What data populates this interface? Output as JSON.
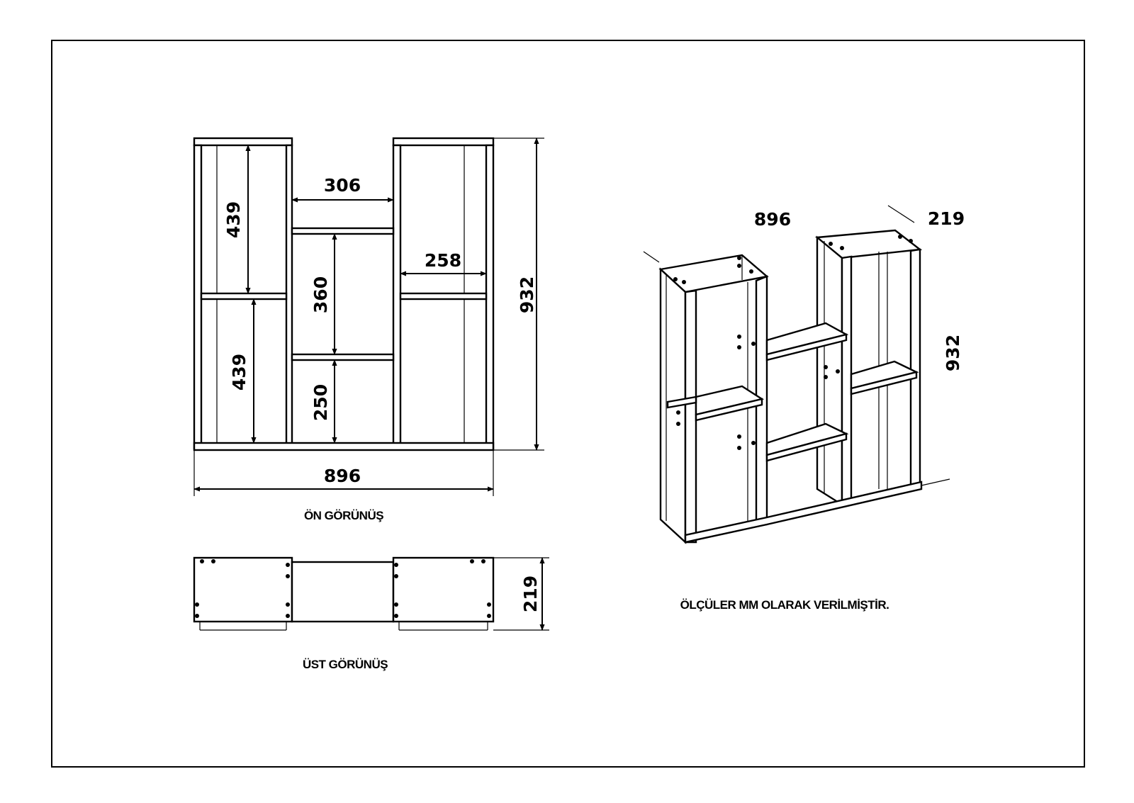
{
  "front_view": {
    "caption": "ÖN GÖRÜNÜŞ",
    "dims": {
      "gap_width": "306",
      "shelf_width": "258",
      "upper_left_height": "439",
      "lower_left_height": "439",
      "middle_upper_height": "360",
      "middle_lower_height": "250",
      "total_height": "932",
      "total_width": "896"
    }
  },
  "top_view": {
    "caption": "ÜST GÖRÜNÜŞ",
    "dims": {
      "depth": "219"
    }
  },
  "iso_view": {
    "dims": {
      "width": "896",
      "depth": "219",
      "height": "932"
    }
  },
  "note": "ÖLÇÜLER MM OLARAK VERİLMİŞTİR."
}
